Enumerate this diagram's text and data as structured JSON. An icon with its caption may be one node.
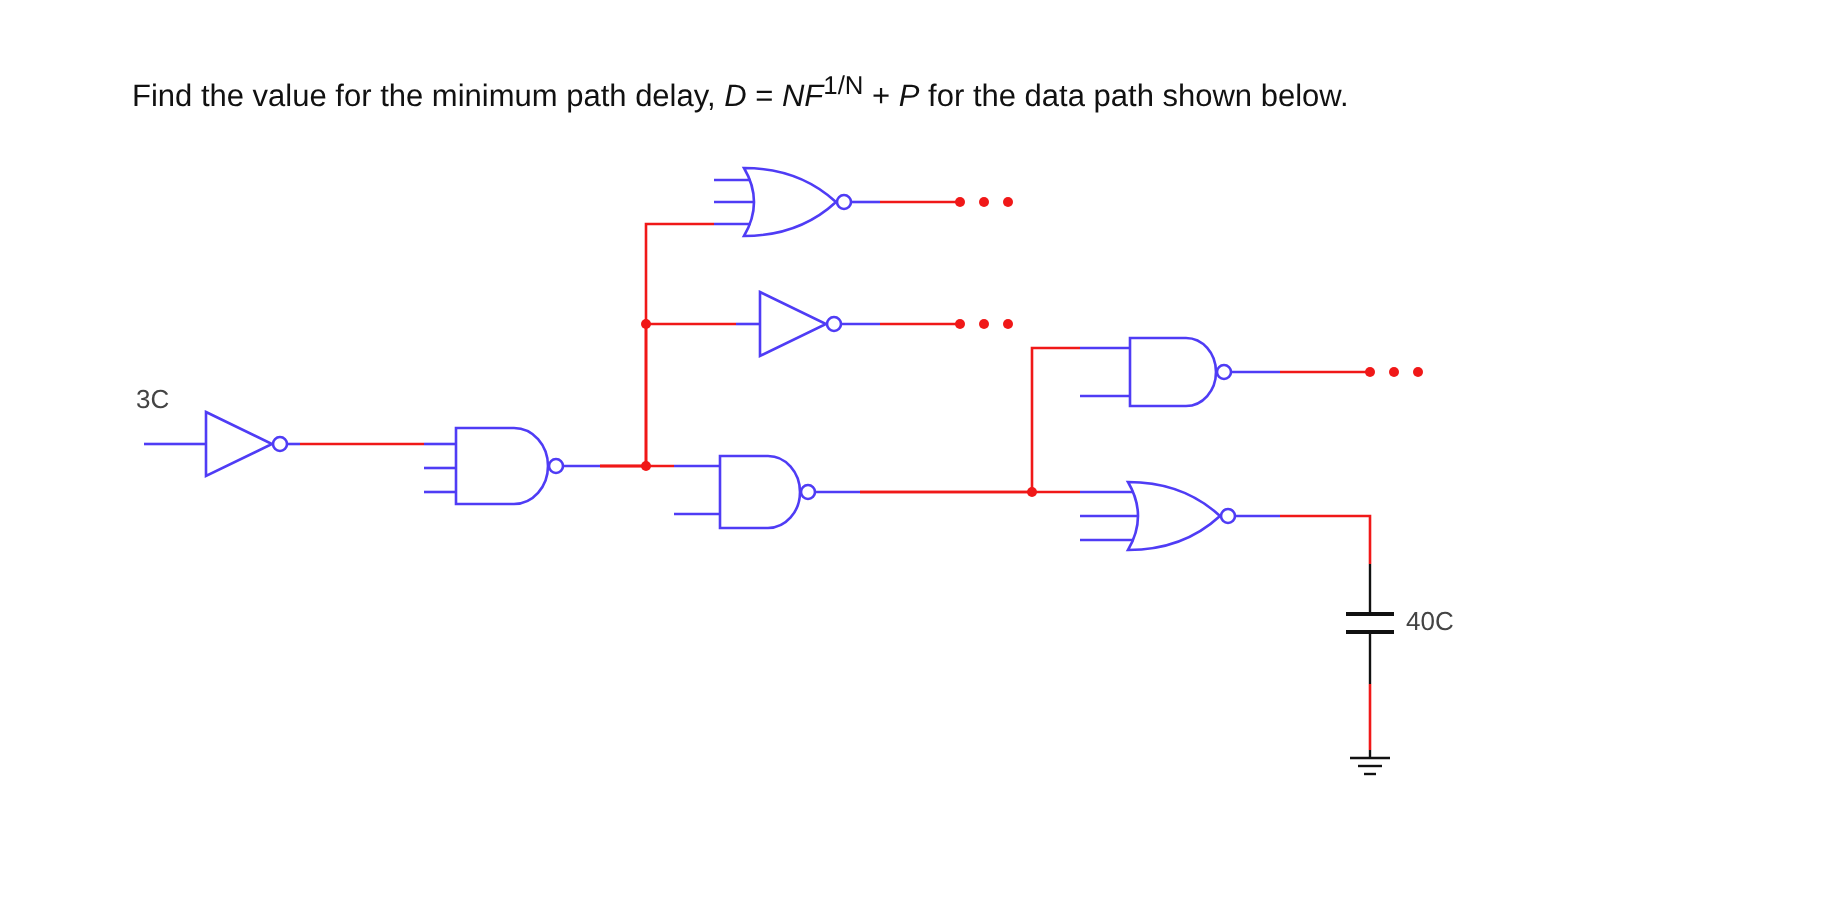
{
  "diagram": {
    "title": "Find the value for the minimum path delay, *D* = *NF*$^{1/N}$ + *P* for the data path shown below.",
    "nodes": [
      {
        "text": [],
        "shape": "inverter"
      },
      {
        "text": [],
        "shape": "nand"
      },
      {
        "text": [],
        "shape": "nor"
      },
      {
        "text": [],
        "shape": "inverter"
      },
      {
        "text": [],
        "shape": "nand"
      },
      {
        "text": [],
        "shape": "nand"
      },
      {
        "text": [],
        "shape": "nor"
      },
      {
        "text": [],
        "shape": "capacitor",
        "beside": [
          "40C"
        ]
      },
      {
        "text": [],
        "shape": "ground"
      }
    ],
    "edges": [
      {
        "from": null,
        "to": 0,
        "arrow": "none",
        "color": "#4f3cf5"
      },
      {
        "from": 0,
        "to": 1,
        "arrow": "none"
      },
      {
        "from": 1,
        "to": 4,
        "arrow": "none"
      },
      {
        "from": 1,
        "to": 2,
        "arrow": "none"
      },
      {
        "from": 1,
        "to": 3,
        "arrow": "none"
      },
      {
        "from": 2,
        "to": null,
        "arrow": "other"
      },
      {
        "from": 3,
        "to": null,
        "arrow": "other"
      },
      {
        "from": 4,
        "to": 5,
        "arrow": "none"
      },
      {
        "from": 4,
        "to": 6,
        "arrow": "none"
      },
      {
        "from": 5,
        "to": null,
        "arrow": "other"
      },
      {
        "from": 6,
        "to": 7,
        "arrow": "none"
      },
      {
        "from": 7,
        "to": 8,
        "arrow": "none"
      }
    ],
    "labels": [
      "3C"
    ]
  }
}
